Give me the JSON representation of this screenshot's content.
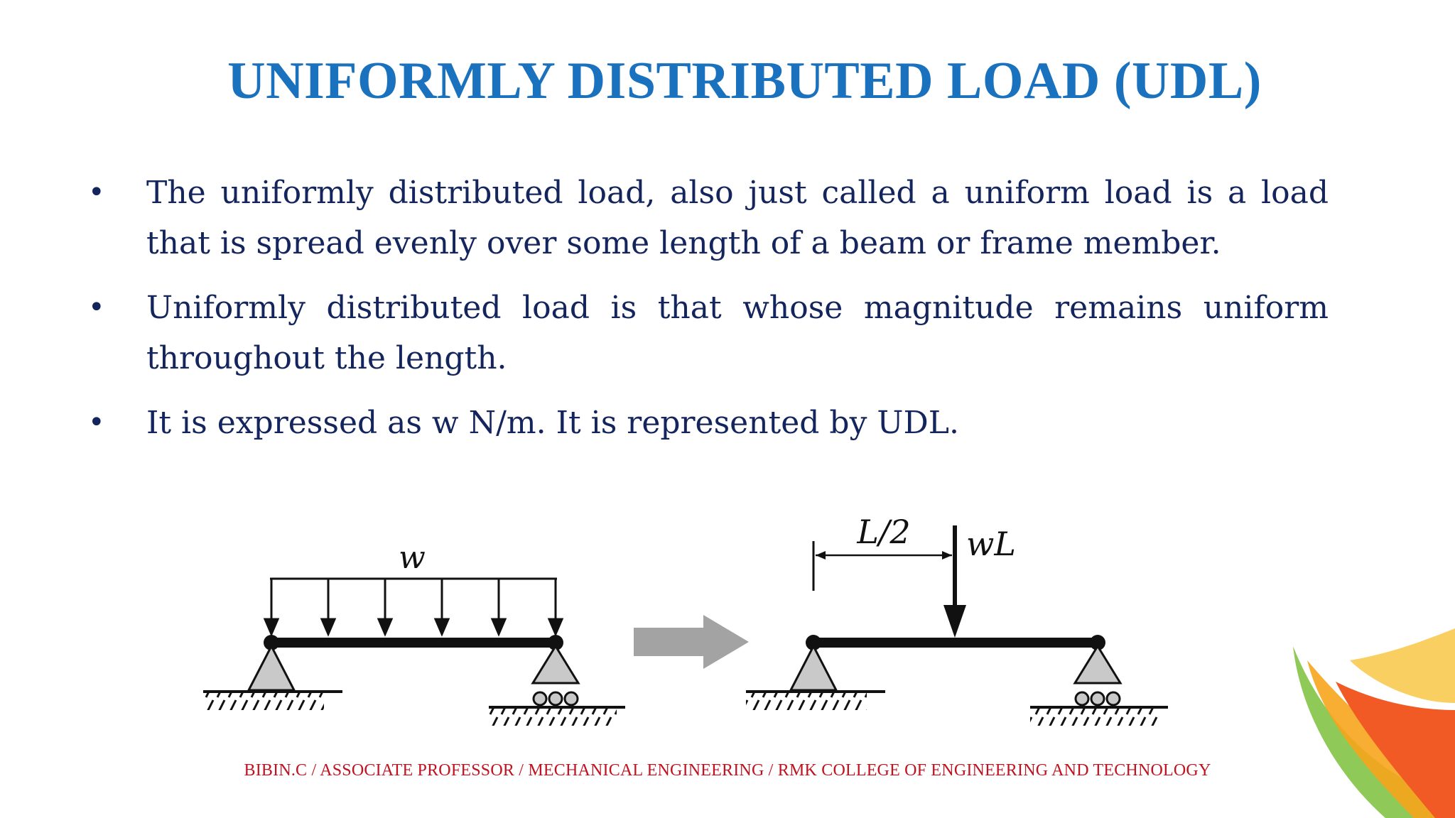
{
  "slide": {
    "title": "UNIFORMLY DISTRIBUTED LOAD (UDL)",
    "bullets": [
      "The uniformly distributed load, also just called a uniform load is a load that is spread evenly over some length of a beam or frame member.",
      "Uniformly distributed load is that whose magnitude remains uniform throughout the length.",
      "It is expressed as  w N/m. It is represented by UDL."
    ],
    "bullet_symbol": "•",
    "footer": "BIBIN.C / ASSOCIATE PROFESSOR / MECHANICAL ENGINEERING / RMK COLLEGE OF ENGINEERING AND TECHNOLOGY"
  },
  "diagram": {
    "udl_label": "w",
    "distance_label": "L/2",
    "point_load_label": "wL"
  },
  "colors": {
    "title": "#1a72bf",
    "body_text": "#13255c",
    "footer": "#c1121f",
    "arrow_gray": "#a3a3a3"
  }
}
